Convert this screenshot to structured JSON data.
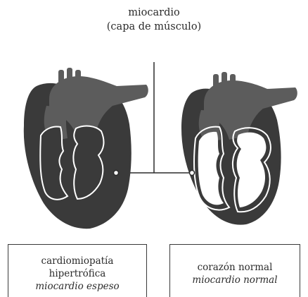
{
  "label": {
    "line1": "miocardio",
    "line2": "(capa de músculo)"
  },
  "left_box": {
    "line1": "cardiomiopatía",
    "line2": "hipertrófica",
    "line3": "miocardio espeso"
  },
  "right_box": {
    "line1": "corazón normal",
    "line2": "miocardio normal"
  },
  "colors": {
    "muscle": "#3a3a3a",
    "vessels": "#5c5c5c",
    "chamber": "#ffffff",
    "line": "#2b2b2b"
  }
}
